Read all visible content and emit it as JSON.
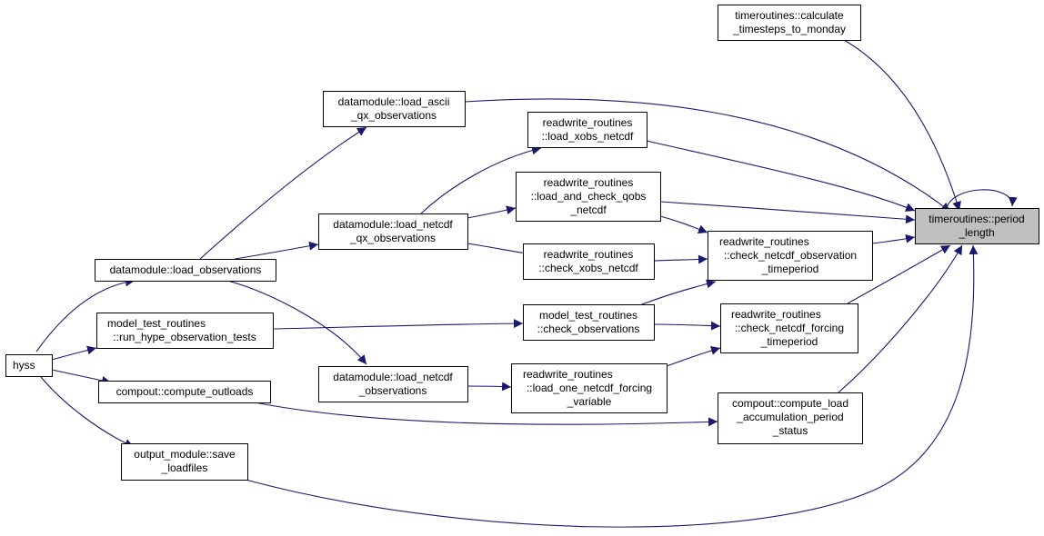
{
  "diagram": {
    "colors": {
      "edge": "#191970",
      "highlight_fill": "#bfbfbf",
      "node_fill": "#ffffff",
      "border": "#000000"
    },
    "nodes": {
      "calc_timesteps": [
        "timeroutines::calculate",
        "_timesteps_to_monday"
      ],
      "load_ascii_qx": [
        "datamodule::load_ascii",
        "_qx_observations"
      ],
      "load_xobs_netcdf": [
        "readwrite_routines",
        "::load_xobs_netcdf"
      ],
      "load_and_check_qobs": [
        "readwrite_routines",
        "::load_and_check_qobs",
        "_netcdf"
      ],
      "period_length": [
        "timeroutines::period",
        "_length"
      ],
      "load_netcdf_qx": [
        "datamodule::load_netcdf",
        "_qx_observations"
      ],
      "check_xobs_netcdf": [
        "readwrite_routines",
        "::check_xobs_netcdf"
      ],
      "check_netcdf_obs_period": [
        "readwrite_routines",
        "::check_netcdf_observation",
        "_timeperiod"
      ],
      "load_observations": [
        "datamodule::load_observations"
      ],
      "model_test_check_obs": [
        "model_test_routines",
        "::check_observations"
      ],
      "check_netcdf_forcing_period": [
        "readwrite_routines",
        "::check_netcdf_forcing",
        "_timeperiod"
      ],
      "run_hype_obs_tests": [
        "model_test_routines",
        "::run_hype_observation_tests"
      ],
      "hyss": [
        "hyss"
      ],
      "load_netcdf_obs": [
        "datamodule::load_netcdf",
        "_observations"
      ],
      "load_one_netcdf_forcing": [
        "readwrite_routines",
        "::load_one_netcdf_forcing",
        "_variable"
      ],
      "compute_outloads": [
        "compout::compute_outloads"
      ],
      "compute_load_accum": [
        "compout::compute_load",
        "_accumulation_period",
        "_status"
      ],
      "save_loadfiles": [
        "output_module::save",
        "_loadfiles"
      ]
    },
    "highlighted_node": "period_length"
  }
}
